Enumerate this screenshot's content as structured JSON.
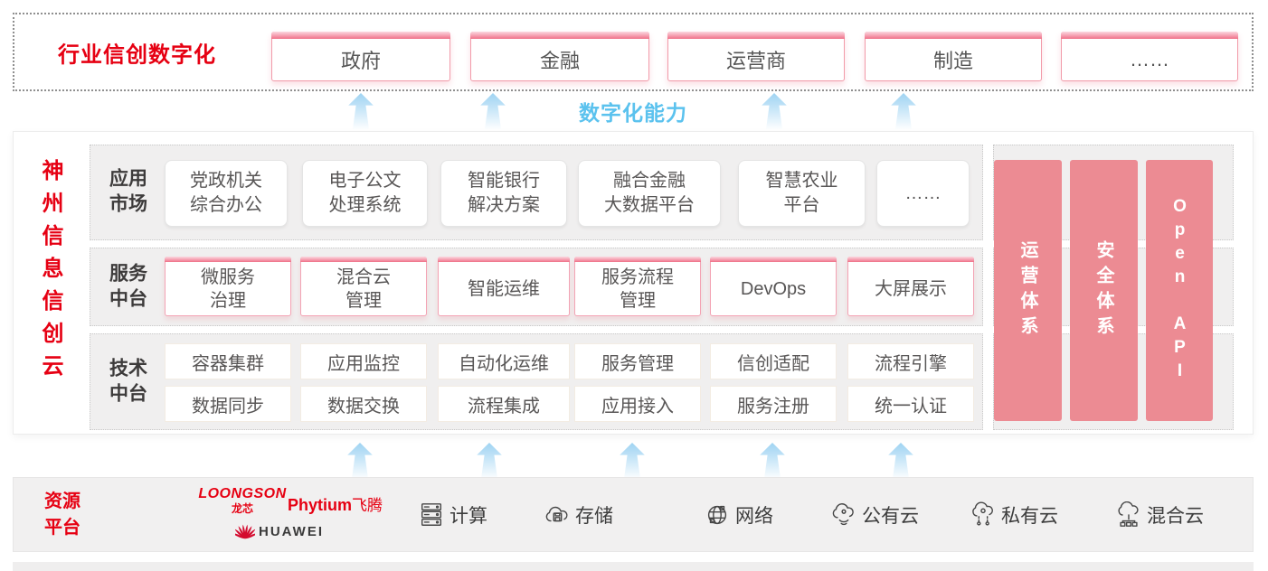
{
  "colors": {
    "brand_red": "#e60012",
    "pillar_pink": "#ec8b93",
    "capability_blue": "#5bc2ee",
    "box_text": "#585656"
  },
  "top_banner": {
    "title": "行业信创数字化",
    "industries": [
      "政府",
      "金融",
      "运营商",
      "制造",
      "……"
    ]
  },
  "capability_band": {
    "label": "数字化能力"
  },
  "main": {
    "side_title": "神州信息信创云",
    "app_row": {
      "label": [
        "应用",
        "市场"
      ],
      "boxes": [
        [
          "党政机关",
          "综合办公"
        ],
        [
          "电子公文",
          "处理系统"
        ],
        [
          "智能银行",
          "解决方案"
        ],
        [
          "融合金融",
          "大数据平台"
        ],
        [
          "智慧农业",
          "平台"
        ],
        [
          "……"
        ]
      ]
    },
    "svc_row": {
      "label": [
        "服务",
        "中台"
      ],
      "boxes": [
        [
          "微服务",
          "治理"
        ],
        [
          "混合云",
          "管理"
        ],
        [
          "智能运维"
        ],
        [
          "服务流程",
          "管理"
        ],
        [
          "DevOps"
        ],
        [
          "大屏展示"
        ]
      ]
    },
    "tech_row": {
      "label": [
        "技术",
        "中台"
      ],
      "boxes_top": [
        "容器集群",
        "应用监控",
        "自动化运维",
        "服务管理",
        "信创适配",
        "流程引擎"
      ],
      "boxes_bottom": [
        "数据同步",
        "数据交换",
        "流程集成",
        "应用接入",
        "服务注册",
        "统一认证"
      ]
    },
    "pillars": [
      "运营体系",
      "安全体系",
      "Open API"
    ]
  },
  "resources": {
    "label": [
      "资源",
      "平台"
    ],
    "vendors": {
      "loongson": "LOONGSON",
      "loongson_cn": "龙芯",
      "phytium": "Phytium",
      "phytium_cn": "飞腾",
      "huawei": "HUAWEI"
    },
    "items": [
      {
        "icon": "compute-icon",
        "label": "计算"
      },
      {
        "icon": "storage-icon",
        "label": "存储"
      },
      {
        "icon": "network-icon",
        "label": "网络"
      },
      {
        "icon": "public-cloud-icon",
        "label": "公有云"
      },
      {
        "icon": "private-cloud-icon",
        "label": "私有云"
      },
      {
        "icon": "hybrid-cloud-icon",
        "label": "混合云"
      }
    ]
  }
}
